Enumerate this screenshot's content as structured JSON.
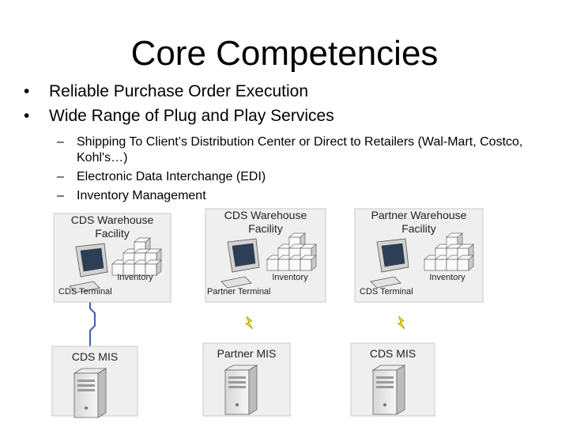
{
  "slide": {
    "title": "Core Competencies",
    "bullets": [
      "Reliable Purchase Order Execution",
      "Wide Range of Plug and Play Services"
    ],
    "sub_bullets": [
      "Shipping To Client’s Distribution Center or Direct to Retailers (Wal-Mart, Costco, Kohl's…)",
      "Electronic Data Interchange (EDI)",
      "Inventory Management"
    ]
  },
  "diagram": {
    "facilities": [
      {
        "line1": "CDS Warehouse",
        "line2": "Facility",
        "inventory": "Inventory",
        "terminal": "CDS Terminal"
      },
      {
        "line1": "CDS Warehouse",
        "line2": "Facility",
        "inventory": "Inventory",
        "terminal": "Partner Terminal"
      },
      {
        "line1": "Partner Warehouse",
        "line2": "Facility",
        "inventory": "Inventory",
        "terminal": "CDS Terminal"
      }
    ],
    "servers": [
      {
        "label": "CDS MIS"
      },
      {
        "label": "Partner MIS"
      },
      {
        "label": "CDS MIS"
      }
    ],
    "connections": [
      "wired",
      "wireless",
      "wireless"
    ],
    "colors": {
      "wire": "#3a62b0",
      "lightning": "#e8e000",
      "panel": "#efefef"
    }
  }
}
